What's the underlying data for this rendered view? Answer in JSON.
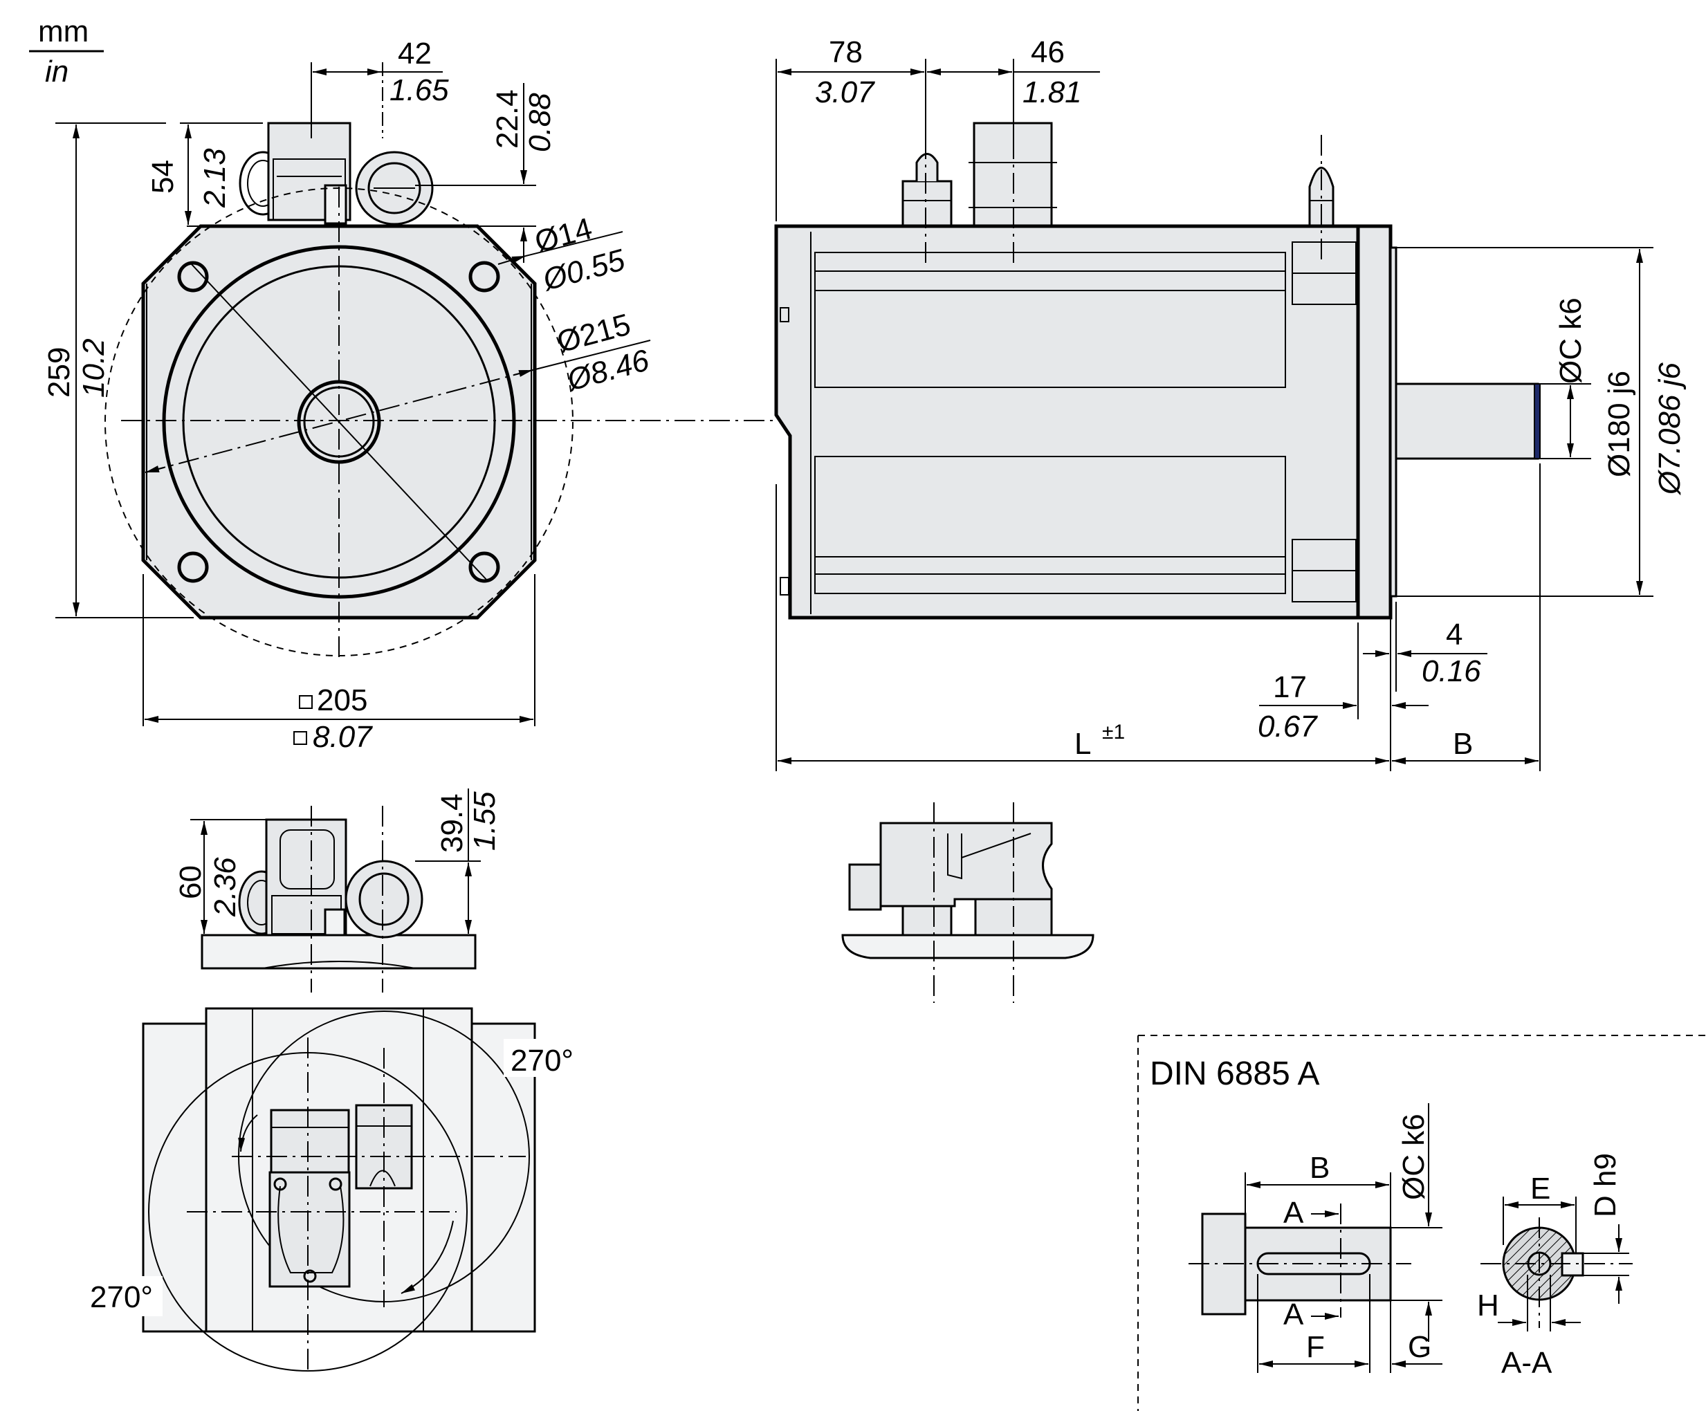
{
  "units": {
    "primary": "mm",
    "secondary": "in"
  },
  "front_view": {
    "connector_offset": {
      "mm": "42",
      "in": "1.65"
    },
    "connector_height": {
      "mm": "54",
      "in": "2.13"
    },
    "connector2_height": {
      "mm": "22.4",
      "in": "0.88"
    },
    "total_height": {
      "mm": "259",
      "in": "10.2"
    },
    "hole_dia": {
      "mm": "Ø14",
      "in": "Ø0.55"
    },
    "bolt_circle": {
      "mm": "Ø215",
      "in": "Ø8.46"
    },
    "flange_square": {
      "mm": "205",
      "in": "8.07",
      "symbol": "□"
    }
  },
  "side_view": {
    "connector1_pos": {
      "mm": "78",
      "in": "3.07"
    },
    "connector2_pos": {
      "mm": "46",
      "in": "1.81"
    },
    "shaft_dia": "ØC k6",
    "spigot_dia": {
      "mm": "Ø180 j6",
      "in": "Ø7.086 j6"
    },
    "spigot_len": {
      "mm": "4",
      "in": "0.16"
    },
    "flange_thk": {
      "mm": "17",
      "in": "0.67"
    },
    "length": {
      "label": "L",
      "tol": "±1"
    },
    "shaft_len": "B"
  },
  "rotated_view": {
    "conn_height": {
      "mm": "60",
      "in": "2.36"
    },
    "conn2_height": {
      "mm": "39.4",
      "in": "1.55"
    }
  },
  "rotation": {
    "angle1": "270°",
    "angle2": "270°"
  },
  "keyway_detail": {
    "title": "DIN 6885 A",
    "labels": {
      "B": "B",
      "A_top": "A",
      "A_bottom": "A",
      "F": "F",
      "G": "G",
      "C": "ØC k6",
      "E": "E",
      "D": "D h9",
      "H": "H",
      "section": "A-A"
    }
  },
  "colors": {
    "body": "#e6e8ea",
    "line": "#000000"
  }
}
